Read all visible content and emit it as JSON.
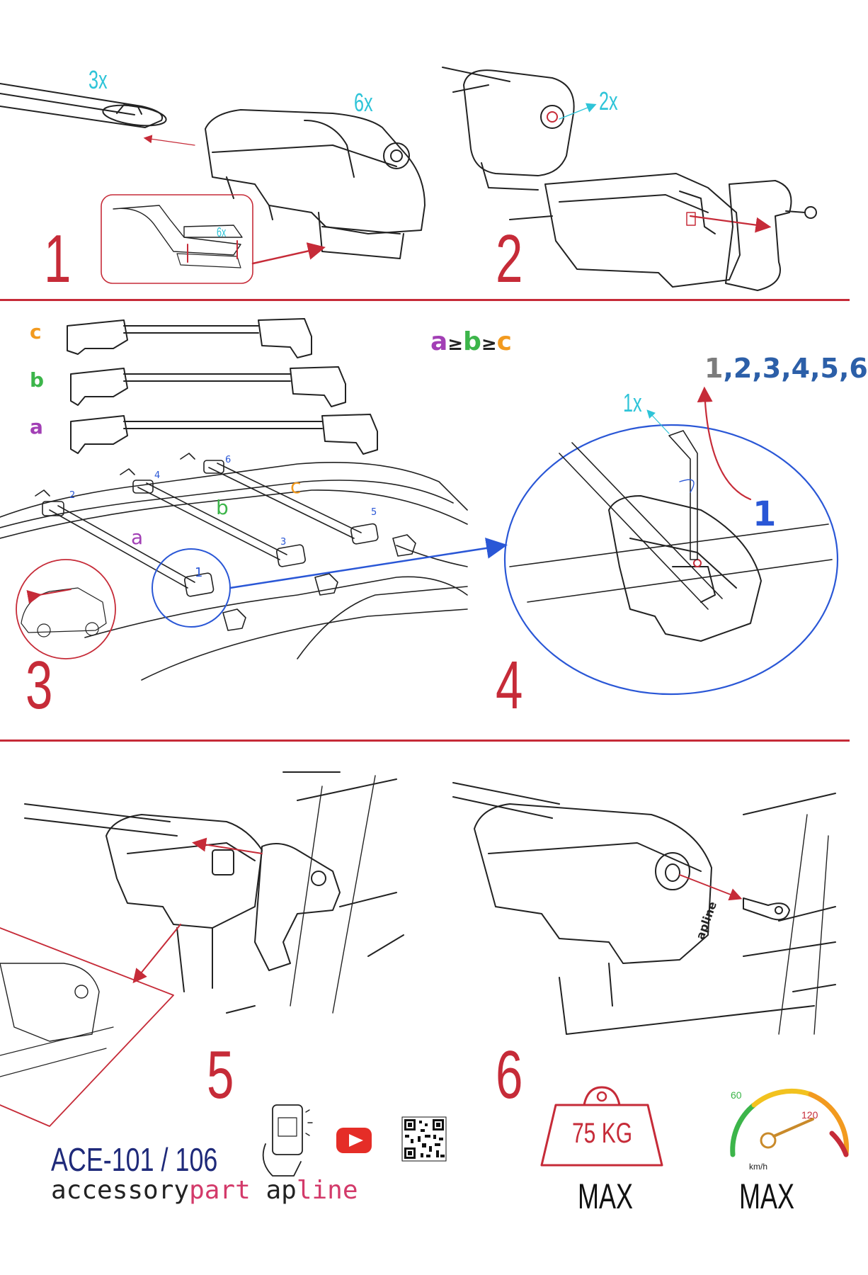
{
  "steps": {
    "s1": "1",
    "s2": "2",
    "s3": "3",
    "s4": "4",
    "s5": "5",
    "s6": "6"
  },
  "quantities": {
    "bar": "3x",
    "foot": "6x",
    "pad": "6x",
    "key": "2x",
    "tool": "1x"
  },
  "bar_sizes": {
    "c": "c",
    "b": "b",
    "a": "a",
    "rule_a": "a",
    "rule_ge1": "≥",
    "rule_b": "b",
    "rule_ge2": "≥",
    "rule_c": "c"
  },
  "car_positions": [
    "1",
    "2",
    "3",
    "4",
    "5",
    "6"
  ],
  "car_bar_labels": {
    "a": "a",
    "b": "b",
    "c": "c"
  },
  "sequence": {
    "first": "1",
    "rest": ",2,3,4,5,6",
    "big_one": "1"
  },
  "foot_brand": "apline",
  "footer": {
    "model": "ACE-101 / 106",
    "brand_a": "accessory",
    "brand_b": "part",
    "brand_c": "ap",
    "brand_d": "line"
  },
  "limits": {
    "weight": "75 KG",
    "weight_max": "MAX",
    "speed_min": "60",
    "speed_max": "120",
    "speed_unit": "km/h",
    "speed_label": "MAX"
  },
  "colors": {
    "red": "#c62b38",
    "cyan": "#2ec4d8",
    "blue": "#2a57d6",
    "orange": "#f29a1f",
    "green": "#3cb54a",
    "purple": "#a23fb5"
  },
  "icons": [
    "phone-scan-icon",
    "youtube-icon",
    "qr-code-icon",
    "weight-icon",
    "speedometer-icon"
  ]
}
